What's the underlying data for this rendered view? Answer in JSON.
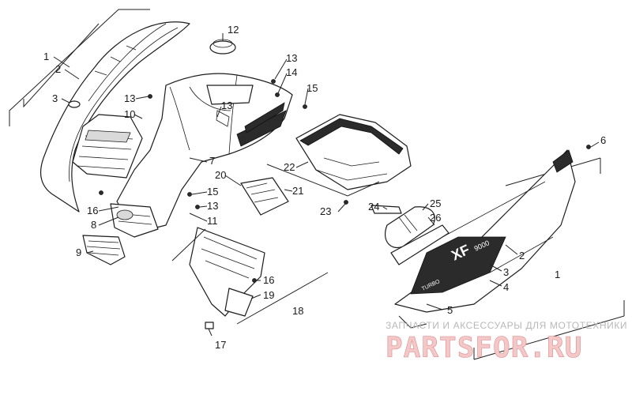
{
  "callouts": {
    "c1a": "1",
    "c2a": "2",
    "c3a": "3",
    "c13a": "13",
    "c10": "10",
    "c12": "12",
    "c13b": "13",
    "c14": "14",
    "c15a": "15",
    "c13c": "13",
    "c7": "7",
    "c22": "22",
    "c20": "20",
    "c21": "21",
    "c15b": "15",
    "c13d": "13",
    "c11": "11",
    "c16a": "16",
    "c8": "8",
    "c9": "9",
    "c23": "23",
    "c24": "24",
    "c25": "25",
    "c26": "26",
    "c6": "6",
    "c2b": "2",
    "c3b": "3",
    "c1b": "1",
    "c4": "4",
    "c5": "5",
    "c16b": "16",
    "c19": "19",
    "c18": "18",
    "c17": "17"
  },
  "decal_text": {
    "model": "XF",
    "number": "9000",
    "small": "TURBO"
  },
  "watermark": {
    "caption": "ЗАПЧАСТИ И АКСЕССУАРЫ ДЛЯ МОТОТЕХНИКИ",
    "brand": "PARTSFOR.RU"
  }
}
